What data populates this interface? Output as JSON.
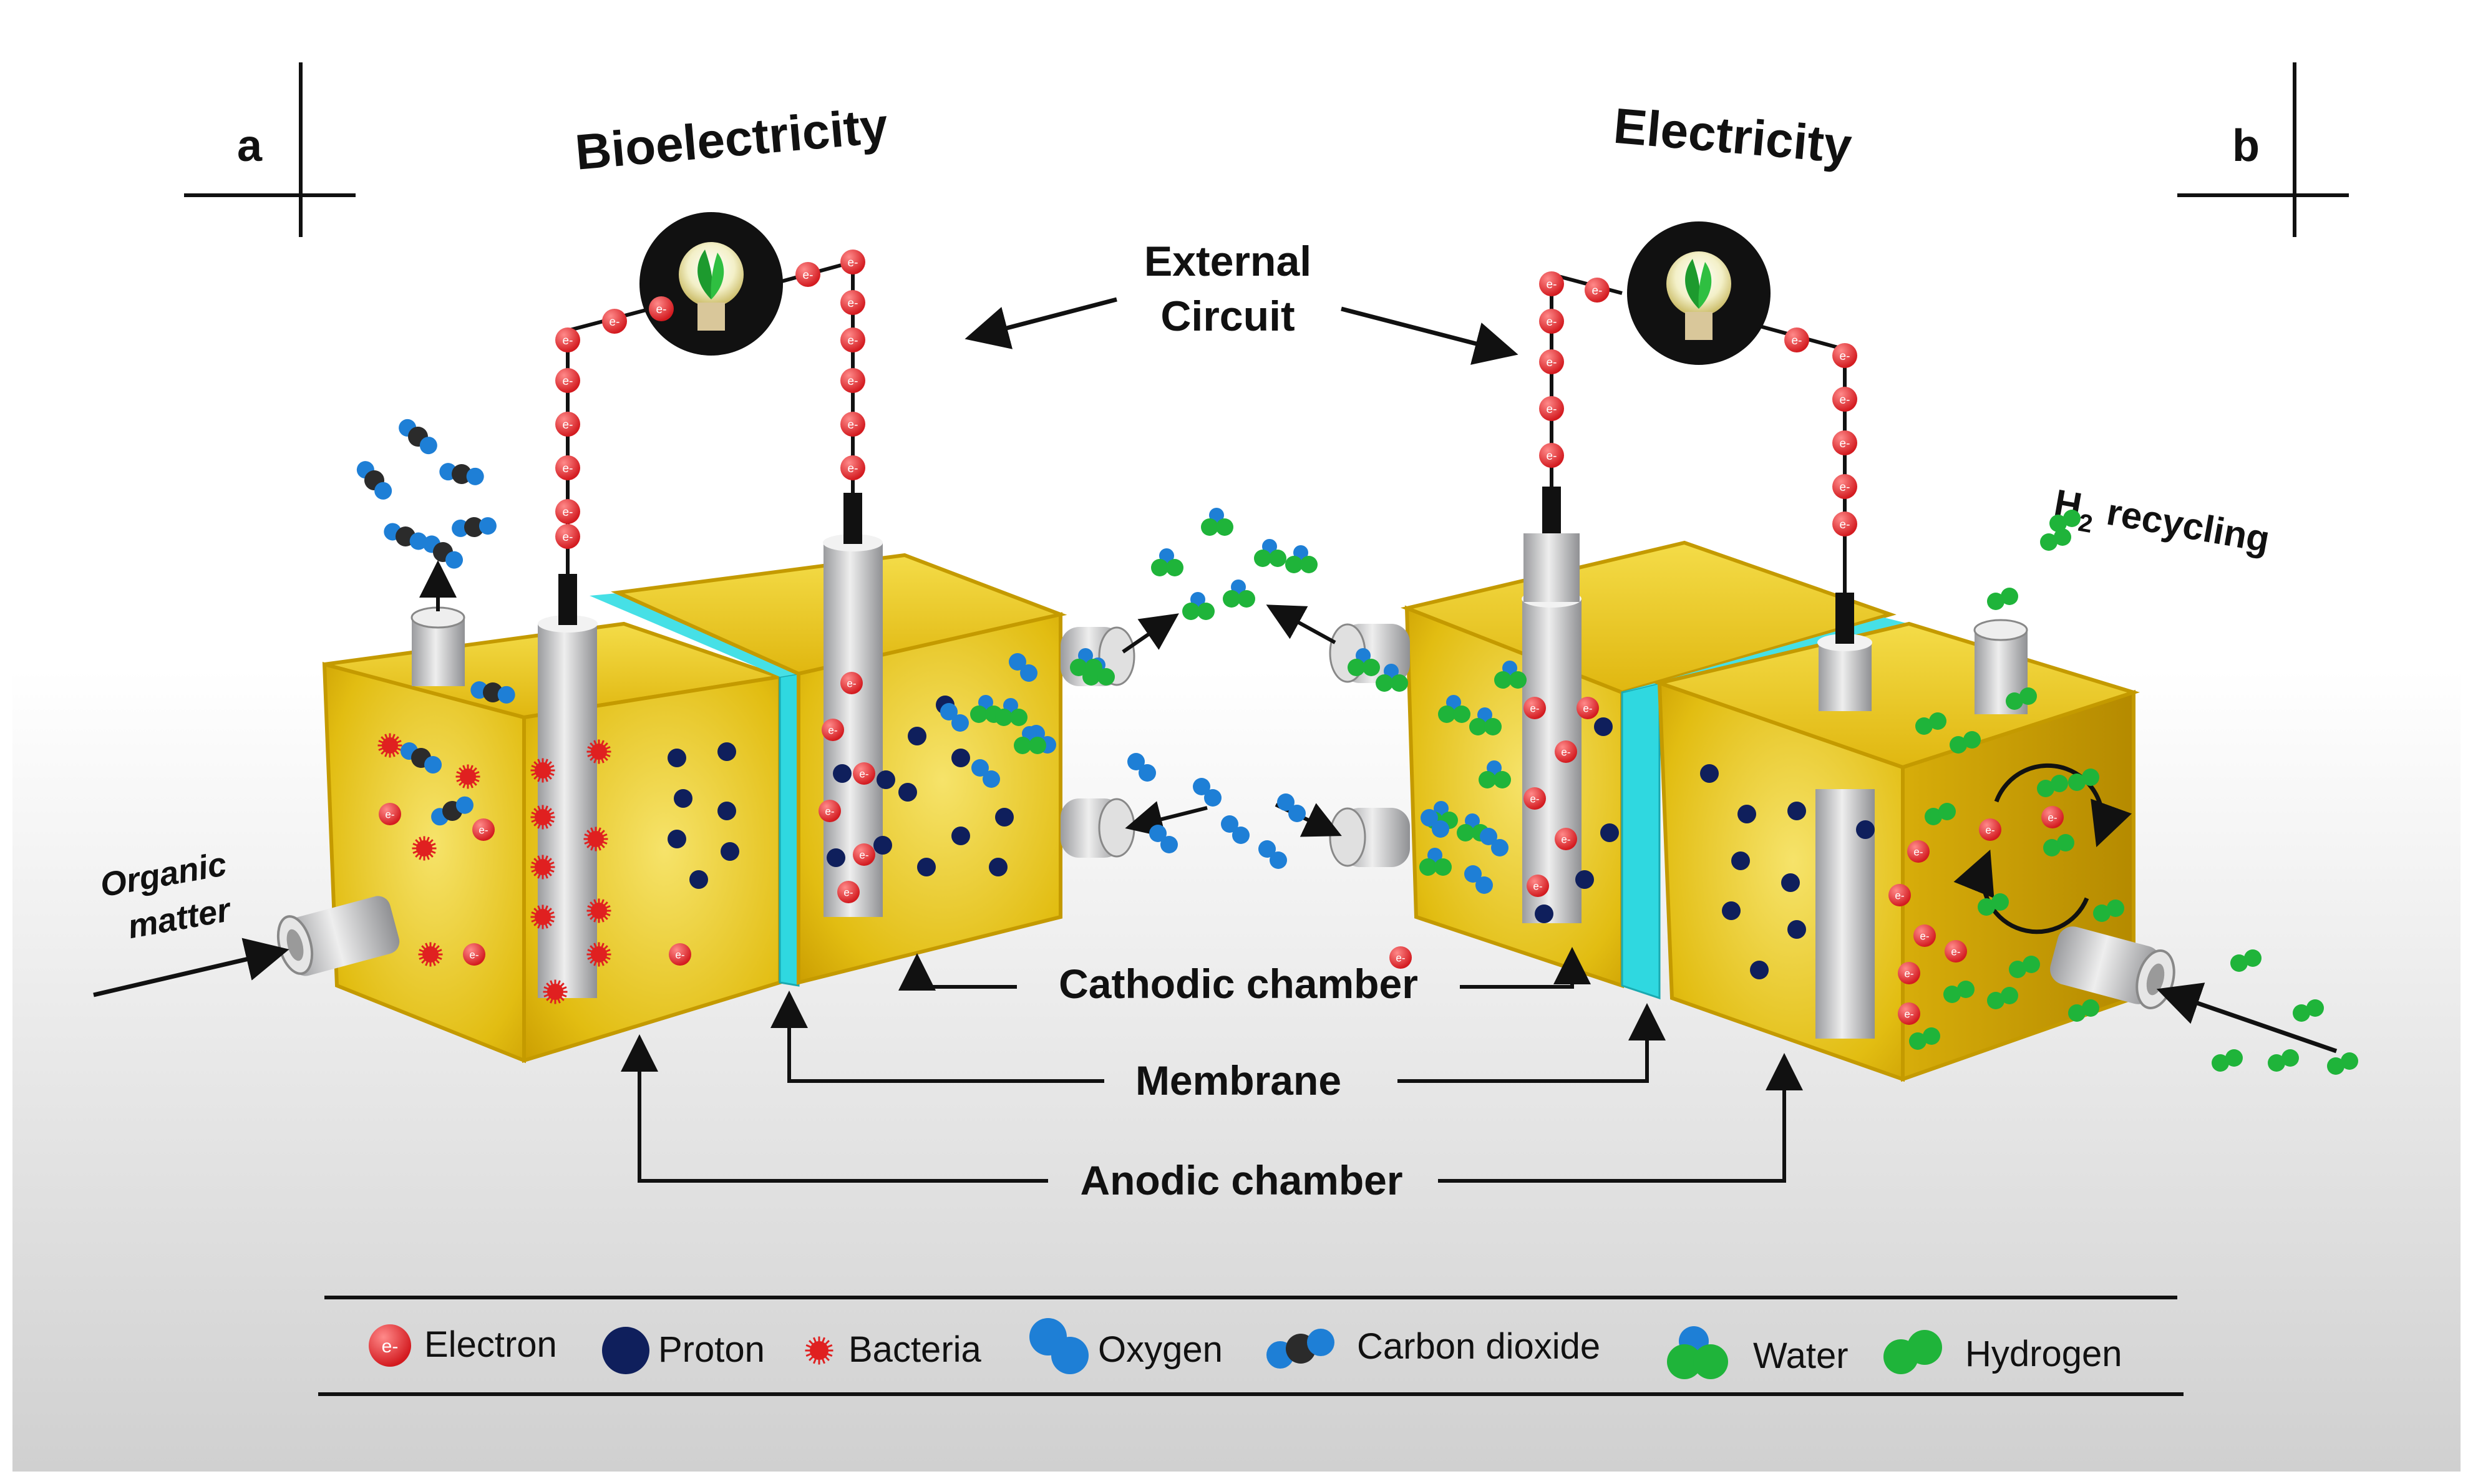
{
  "panels": {
    "a": "a",
    "b": "b"
  },
  "titles": {
    "left": "Bioelectricity",
    "right": "Electricity"
  },
  "labels": {
    "external_circuit_line1": "External",
    "external_circuit_line2": "Circuit",
    "organic_line1": "Organic",
    "organic_line2": "matter",
    "h2": "H",
    "h2_sub": "2",
    "h2_rest": "recycling",
    "cathodic": "Cathodic chamber",
    "membrane": "Membrane",
    "anodic": "Anodic chamber",
    "electron_symbol": "e-"
  },
  "legend": {
    "electron": "Electron",
    "proton": "Proton",
    "bacteria": "Bacteria",
    "oxygen": "Oxygen",
    "carbon_dioxide": "Carbon dioxide",
    "water": "Water",
    "hydrogen": "Hydrogen"
  },
  "colors": {
    "electron": "#e3262b",
    "proton": "#0f1f5c",
    "bacteria": "#e02020",
    "oxygen": "#1e7fd6",
    "carbon": "#2b2b2b",
    "hydrogen": "#1fb43a",
    "membrane": "#2fd8e0",
    "chamber": "#e8c41a",
    "electrode": "#c9cacc"
  }
}
